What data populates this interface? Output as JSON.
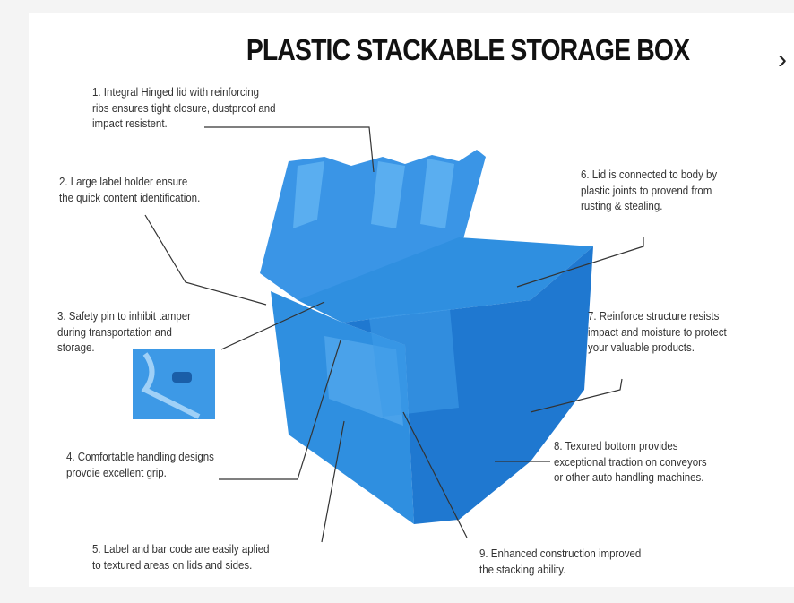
{
  "infographic": {
    "title": "PLASTIC STACKABLE STORAGE BOX",
    "notes": [
      "1. Integral Hinged lid with reinforcing\nribs ensures tight closure, dustproof and\nimpact resistent.",
      "2. Large label holder ensure\nthe quick content identification.",
      "3. Safety pin to inhibit tamper\nduring transportation and\nstorage.",
      "4. Comfortable handling designs\nprovdie excellent grip.",
      "5. Label and bar code are easily aplied\nto textured areas on lids and sides.",
      "6. Lid is connected to body by\nplastic joints to provend from\nrusting & stealing.",
      "7. Reinforce structure resists\nimpact and moisture to protect\nyour valuable products.",
      "8. Texured bottom provides\nexceptional traction on conveyors\nor other auto handling machines.",
      "9. Enhanced construction improved\nthe stacking ability."
    ],
    "colors": {
      "box": "#2f8fe0",
      "box_dark": "#1c6fc4",
      "box_light": "#5aaef0"
    }
  },
  "viewer": {
    "next_glyph": "›"
  }
}
